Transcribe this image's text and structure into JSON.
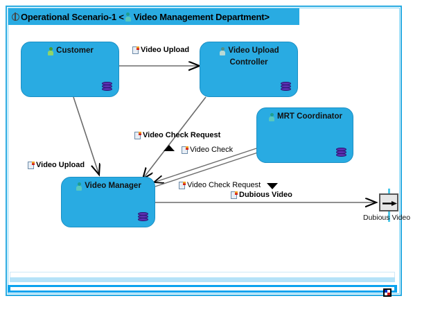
{
  "title": {
    "scenario_label": "Operational Scenario-1 < ",
    "department": "Video Management Department>",
    "scenario_icon": "scenario-gear-icon",
    "actor_icon": "actor-person-icon"
  },
  "nodes": [
    {
      "id": "customer",
      "label": "Customer",
      "icon": "actor-person-icon",
      "icon_color": "#8fd46a",
      "badge": "stacked-layers-icon"
    },
    {
      "id": "upload_ctrl",
      "label_line1": "Video Upload",
      "label_line2": "Controller",
      "icon": "actor-person-icon",
      "icon_color": "#b9d9d5",
      "badge": "stacked-layers-icon"
    },
    {
      "id": "mrt",
      "label": "MRT Coordinator",
      "icon": "actor-person-icon",
      "icon_color": "#58c8bd",
      "badge": "stacked-layers-icon"
    },
    {
      "id": "video_mgr",
      "label": "Video Manager",
      "icon": "actor-person-icon",
      "icon_color": "#58c8bd",
      "badge": "stacked-layers-icon"
    }
  ],
  "edge_labels": [
    {
      "id": "e1",
      "text": "Video Upload"
    },
    {
      "id": "e2",
      "text": "Video Upload"
    },
    {
      "id": "e3",
      "text": "Video Check Request"
    },
    {
      "id": "e4",
      "text": "Video Check"
    },
    {
      "id": "e5",
      "text": "Video Check Request"
    },
    {
      "id": "e6",
      "text": "Dubious Video"
    }
  ],
  "port": {
    "label": "Dubious Video",
    "icon": "output-port-arrow-icon"
  },
  "colors": {
    "node_fill": "#29abe2",
    "node_border": "#1b8fc4",
    "frame": "#29abe2",
    "boundary": "#4ec8e8",
    "wire": "#6b6b6b",
    "band": "#0aa3ef"
  }
}
